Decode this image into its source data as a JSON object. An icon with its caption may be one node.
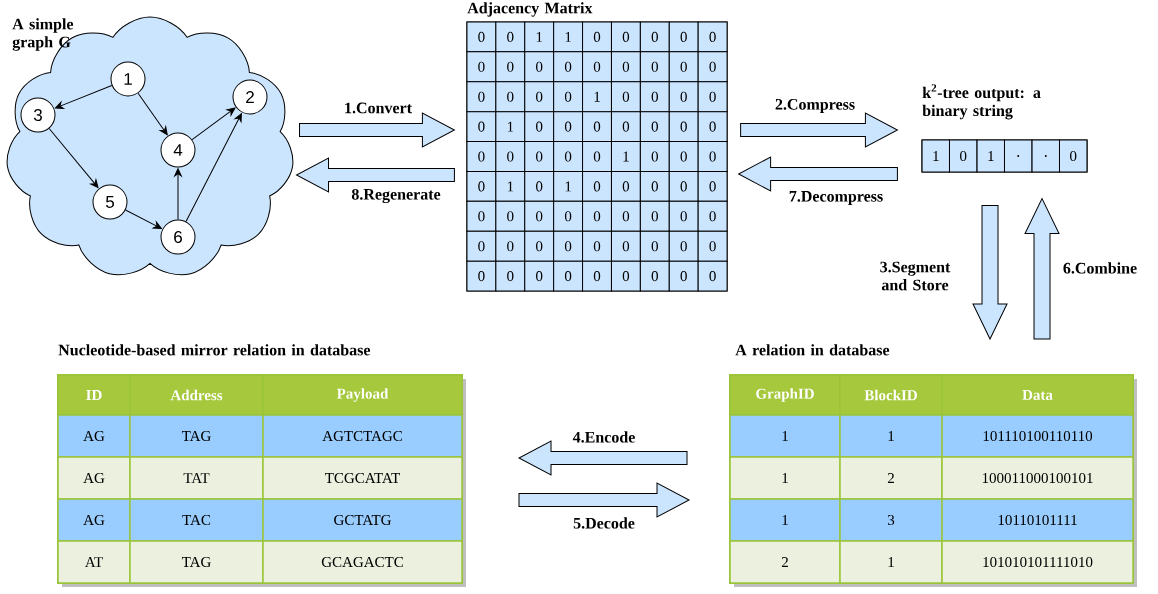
{
  "diagram": {
    "nodes": [
      {
        "text": [
          "A simple graph G"
        ]
      },
      {
        "text": [
          "1"
        ],
        "in": 0
      },
      {
        "text": [
          "2"
        ],
        "in": 0
      },
      {
        "text": [
          "3"
        ],
        "in": 0
      },
      {
        "text": [
          "4"
        ],
        "in": 0
      },
      {
        "text": [
          "5"
        ],
        "in": 0
      },
      {
        "text": [
          "6"
        ],
        "in": 0
      },
      {
        "text": [
          "Adjacency Matrix"
        ]
      },
      {
        "text": [
          "k$^{2}$-tree output: a binary string"
        ]
      },
      {
        "text": [
          "A relation in database"
        ]
      },
      {
        "text": [
          "Nucleotide-based mirror relation in database"
        ]
      }
    ],
    "edges": [
      {
        "from": 1,
        "to": 3,
        "arrow": "to"
      },
      {
        "from": 1,
        "to": 4,
        "arrow": "to"
      },
      {
        "from": 4,
        "to": 2,
        "arrow": "to"
      },
      {
        "from": 3,
        "to": 5,
        "arrow": "to"
      },
      {
        "from": 5,
        "to": 6,
        "arrow": "to"
      },
      {
        "from": 6,
        "to": 4,
        "arrow": "to"
      },
      {
        "from": 6,
        "to": 2,
        "arrow": "to"
      },
      {
        "from": 0,
        "to": 7,
        "arrow": "to",
        "label": "1.Convert"
      },
      {
        "from": 7,
        "to": 8,
        "arrow": "to",
        "label": "2.Compress"
      },
      {
        "from": 8,
        "to": 9,
        "arrow": "to",
        "label": "3.Segment and Store"
      },
      {
        "from": 9,
        "to": 10,
        "arrow": "to",
        "label": "4.Encode"
      },
      {
        "from": 10,
        "to": 9,
        "arrow": "to",
        "label": "5.Decode"
      },
      {
        "from": 9,
        "to": 8,
        "arrow": "to",
        "label": "6.Combine"
      },
      {
        "from": 8,
        "to": 7,
        "arrow": "to",
        "label": "7.Decompress"
      },
      {
        "from": 7,
        "to": 0,
        "arrow": "to",
        "label": "8.Regenerate"
      }
    ],
    "labels": [
      "0",
      "0",
      "1",
      "1",
      "0",
      "0",
      "0",
      "0",
      "0",
      "0",
      "0",
      "0",
      "0",
      "0",
      "0",
      "0",
      "0",
      "0",
      "0",
      "0",
      "0",
      "0",
      "1",
      "0",
      "0",
      "0",
      "0",
      "0",
      "1",
      "0",
      "0",
      "0",
      "0",
      "0",
      "0",
      "0",
      "0",
      "0",
      "0",
      "0",
      "0",
      "1",
      "0",
      "0",
      "0",
      "0",
      "1",
      "0",
      "1",
      "0",
      "0",
      "0",
      "0",
      "0",
      "0",
      "0",
      "0",
      "0",
      "0",
      "0",
      "0",
      "0",
      "0",
      "0",
      "0",
      "0",
      "0",
      "0",
      "0",
      "0",
      "0",
      "0",
      "0",
      "0",
      "0",
      "0",
      "0",
      "0",
      "0",
      "0",
      "0",
      "1",
      "0",
      "1",
      ".",
      ".",
      "0",
      "ID",
      "Address",
      "Payload",
      "AG",
      "TAG",
      "AGTCTAGC",
      "AG",
      "TAT",
      "TCGCATAT",
      "AG",
      "TAC",
      "GCTATG",
      "AT",
      "TAG",
      "GCAGACTC",
      "GraphID",
      "BlockID",
      "Data",
      "1",
      "1",
      "101110100110110",
      "1",
      "2",
      "100011000100101",
      "1",
      "3",
      "10110101111",
      "2",
      "1",
      "101010101111010"
    ]
  }
}
